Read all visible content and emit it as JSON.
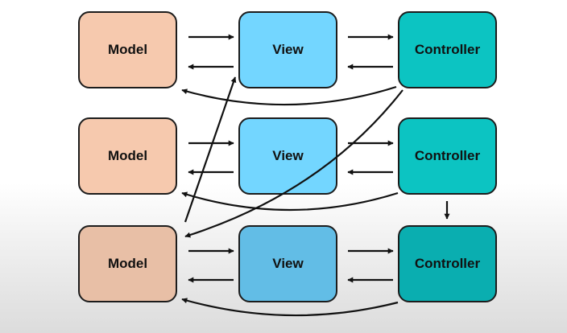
{
  "rows": [
    {
      "model": "Model",
      "view": "View",
      "controller": "Controller"
    },
    {
      "model": "Model",
      "view": "View",
      "controller": "Controller"
    },
    {
      "model": "Model",
      "view": "View",
      "controller": "Controller"
    }
  ],
  "colors": {
    "model": "#f6c9ae",
    "view": "#73d6ff",
    "controller": "#0cc4c2",
    "outline": "#1c1c1c"
  }
}
